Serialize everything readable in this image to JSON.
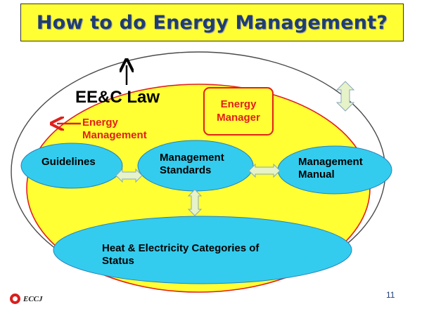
{
  "slide": {
    "title": "How to do Energy Management?",
    "page_number": "11",
    "logo_text": "ECCJ"
  },
  "diagram": {
    "outer_label": "EE&C Law",
    "inner_label": "Energy Management",
    "manager_box": "Energy Manager",
    "nodes": {
      "guidelines": "Guidelines",
      "standards": "Management Standards",
      "manual": "Management Manual",
      "heat": "Heat & Electricity Categories of Status"
    }
  },
  "colors": {
    "title_background": "#ffff33",
    "title_text": "#1f3d73",
    "inner_area": "#ffff33",
    "inner_border": "#e0201b",
    "node_fill": "#33ccee",
    "accent_red": "#e0201b",
    "connector_fill": "#e6f2c8"
  }
}
